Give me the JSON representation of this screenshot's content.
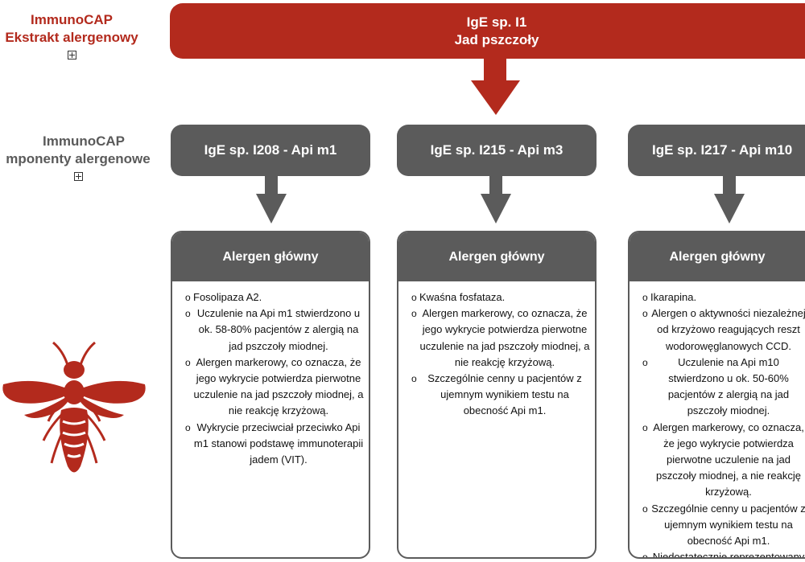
{
  "side_labels": {
    "extract": {
      "line1": "ImmunoCAP",
      "line2": "Ekstrakt alergenowy"
    },
    "components": {
      "line1": "ImmunoCAP",
      "line2": "mponenty alergenowe"
    }
  },
  "top_banner": {
    "line1": "IgE sp. I1",
    "line2": "Jad pszczoły"
  },
  "components": [
    {
      "title": "IgE sp. I208 - Api m1",
      "card_header": "Alergen główny",
      "bullets": [
        "Fosolipaza A2.",
        "Uczulenie na Api m1 stwierdzono u ok. 58-80% pacjentów z alergią na jad pszczoły miodnej.",
        "Alergen markerowy, co oznacza, że jego wykrycie potwierdza pierwotne uczulenie na jad pszczoły miodnej, a nie reakcję krzyżową.",
        "Wykrycie przeciwciał przeciwko Api m1 stanowi podstawę immunoterapii jadem (VIT)."
      ]
    },
    {
      "title": "IgE sp. I215 - Api m3",
      "card_header": "Alergen główny",
      "bullets": [
        "Kwaśna fosfataza.",
        "Alergen markerowy, co oznacza, że jego wykrycie potwierdza pierwotne uczulenie na jad pszczoły miodnej, a nie reakcję krzyżową.",
        "Szczególnie cenny u pacjentów z ujemnym wynikiem testu na obecność Api m1."
      ]
    },
    {
      "title": "IgE sp. I217 - Api m10",
      "card_header": "Alergen główny",
      "bullets": [
        "Ikarapina.",
        "Alergen o aktywności niezależnej od krzyżowo reagujących reszt wodorowęglanowych CCD.",
        "Uczulenie na Api m10 stwierdzono u ok. 50-60% pacjentów z alergią na jad pszczoły miodnej.",
        "Alergen markerowy, co oznacza, że jego wykrycie potwierdza pierwotne uczulenie na jad pszczoły miodnej, a nie reakcję krzyżową.",
        "Szczególnie cenny u pacjentów z ujemnym wynikiem testu na obecność Api m1.",
        "Niedostatecznie reprezentowany w ekstraktach pszczelich."
      ]
    }
  ],
  "colors": {
    "accent_red": "#b32a1d",
    "pill_gray": "#5b5b5b"
  },
  "icons": {
    "expand": "expand-box-icon",
    "insect": "wasp-icon"
  }
}
